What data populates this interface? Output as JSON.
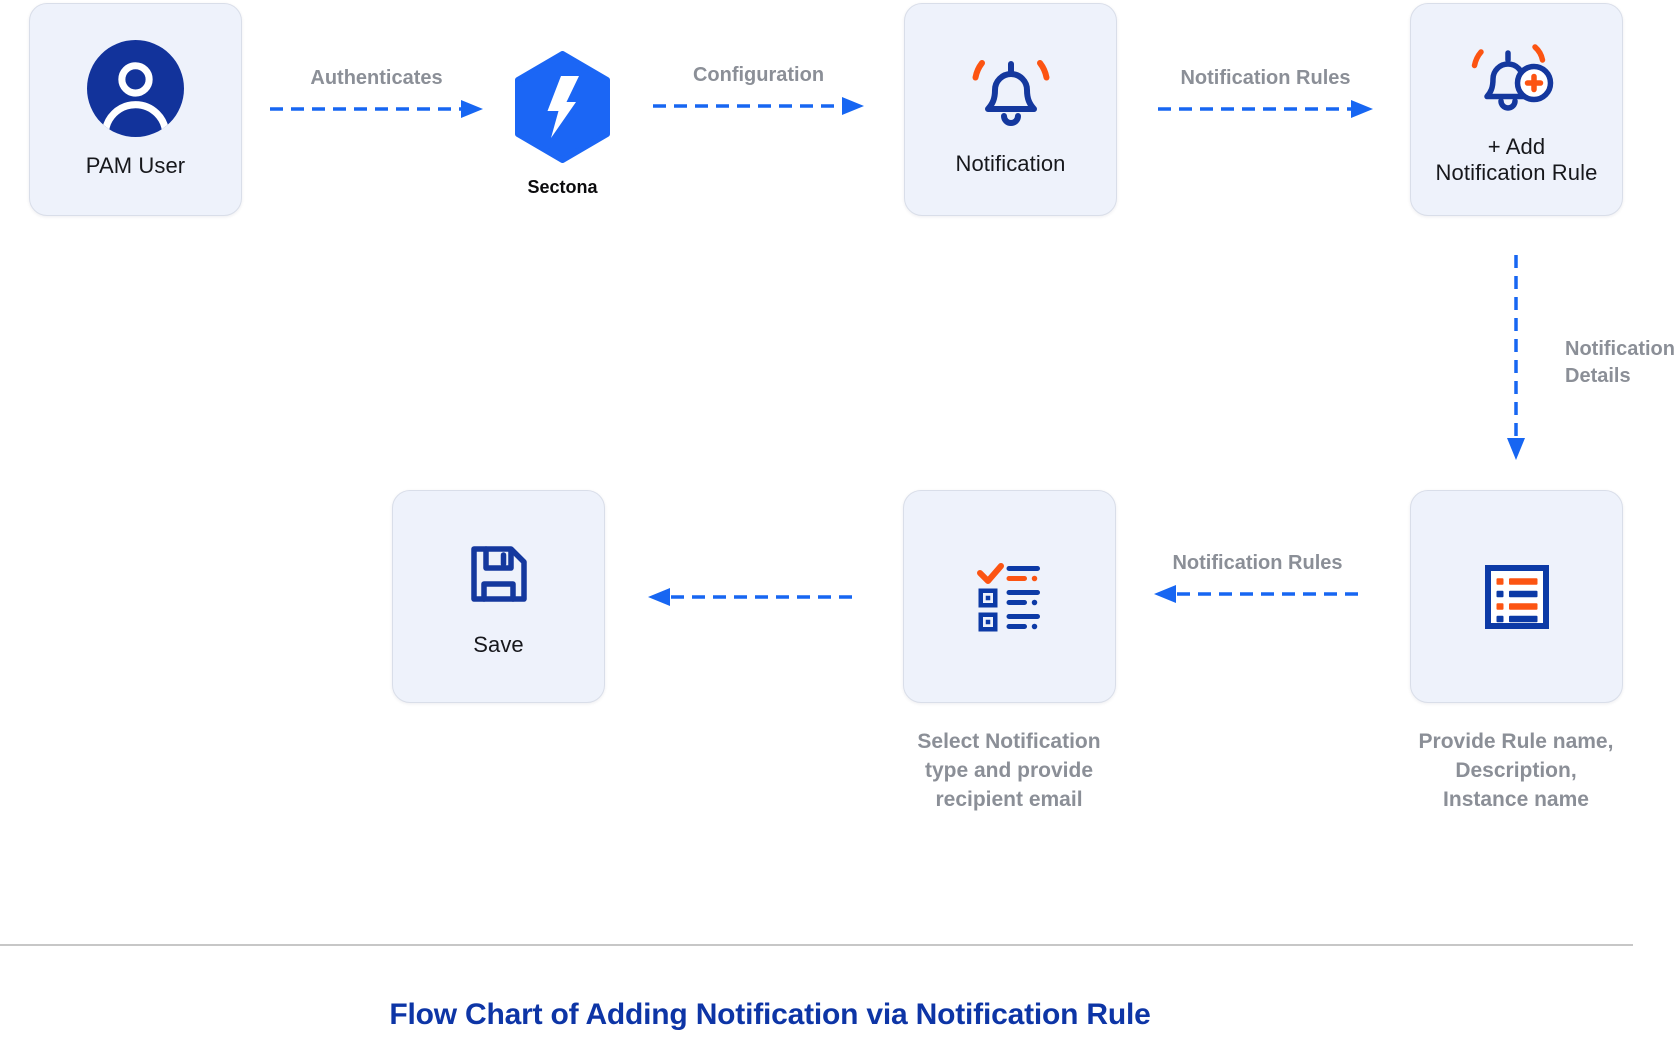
{
  "nodes": {
    "pam_user": {
      "label": "PAM User"
    },
    "sectona": {
      "label": "Sectona"
    },
    "notification": {
      "label": "Notification"
    },
    "add_notification_rule": {
      "label": [
        "+ Add",
        "Notification Rule"
      ]
    },
    "provide_rule": {
      "caption": [
        "Provide Rule name,",
        "Description,",
        "Instance name"
      ]
    },
    "select_type": {
      "caption": [
        "Select Notification",
        "type and provide",
        "recipient email"
      ]
    },
    "save": {
      "label": "Save"
    }
  },
  "arrows": {
    "authenticates": {
      "label": "Authenticates"
    },
    "configuration": {
      "label": "Configuration"
    },
    "notification_rules_top": {
      "label": "Notification Rules"
    },
    "notification_details": {
      "label": [
        "Notification",
        "Details"
      ]
    },
    "notification_rules_mid": {
      "label": "Notification Rules"
    }
  },
  "icons": {
    "pam_user": "user-icon",
    "sectona": "hexagon-lightning-icon",
    "notification": "bell-icon",
    "add_notification_rule": "bell-plus-icon",
    "provide_rule": "list-icon",
    "select_type": "checklist-icon",
    "save": "floppy-disk-icon"
  },
  "footer": {
    "title": "Flow Chart of Adding Notification via Notification Rule"
  },
  "colors": {
    "arrow_blue": "#1766f2",
    "hex_blue": "#1b66f5",
    "navy": "#14389e",
    "navy_bright": "#0c3aa6",
    "orange": "#fc5412",
    "user_navy": "#12339b",
    "card_bg": "#eef2fb",
    "card_border": "#d9dee9",
    "label_dark": "#17181c",
    "gray_text": "#8b8f97",
    "title_blue": "#0d35a6",
    "divider": "#c7c7c7"
  }
}
